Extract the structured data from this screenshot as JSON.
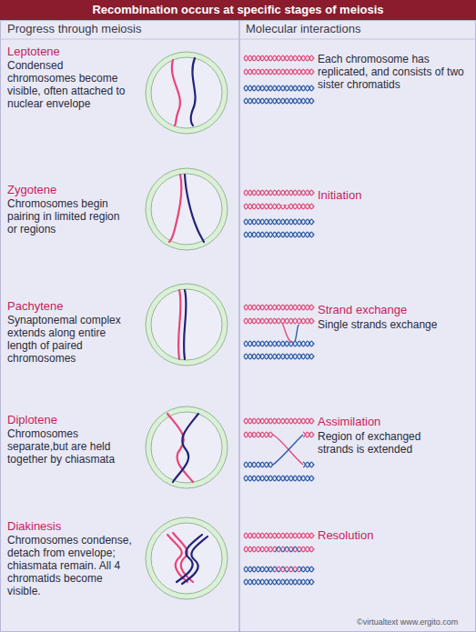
{
  "diagram": {
    "title": "Recombination occurs at specific stages of meiosis",
    "labels": [
      "Progress through meiosis",
      "Molecular interactions",
      "Leptotene",
      "Condensed chromosomes become visible, often attached to nuclear envelope",
      "Each chromosome has replicated, and consists of two sister chromatids",
      "Zygotene",
      "Chromosomes begin pairing in limited region or regions",
      "Initiation",
      "Pachytene",
      "Synaptonemal complex extends along entire length of paired chromosomes",
      "Strand exchange",
      "Single strands exchange",
      "Diplotene",
      "Chromosomes separate,but are held together by chiasmata",
      "Assimilation",
      "Region of exchanged strands is extended",
      "Diakinesis",
      "Chromosomes condense, detach from envelope; chiasmata remain. All 4 chromatids become visible.",
      "Resolution",
      "©virtualtext www.ergito.com"
    ]
  }
}
